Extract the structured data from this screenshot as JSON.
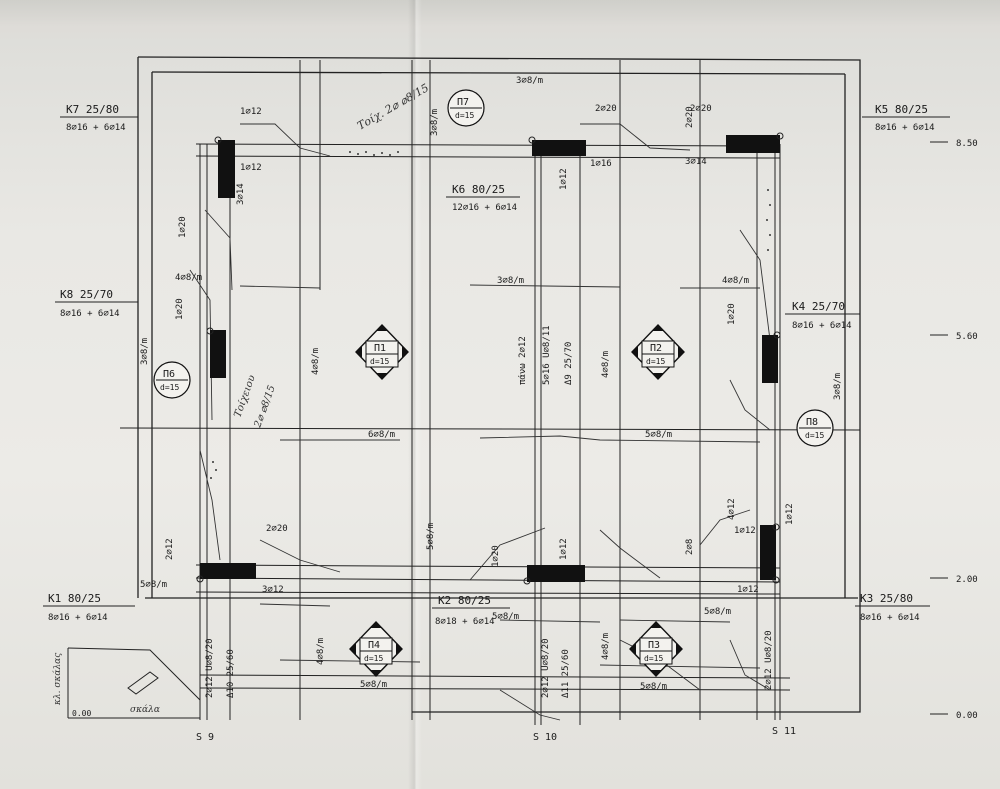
{
  "beams": {
    "k7": {
      "name": "K7 25/80",
      "reinf": "8⌀16 + 6⌀14"
    },
    "k8": {
      "name": "K8 25/70",
      "reinf": "8⌀16 + 6⌀14"
    },
    "k1": {
      "name": "K1 80/25",
      "reinf": "8⌀16 + 6⌀14"
    },
    "k5": {
      "name": "K5 80/25",
      "reinf": "8⌀16 + 6⌀14"
    },
    "k4": {
      "name": "K4 25/70",
      "reinf": "8⌀16 + 6⌀14"
    },
    "k3": {
      "name": "K3 25/80",
      "reinf": "8⌀16 + 6⌀14"
    },
    "k6": {
      "name": "K6 80/25",
      "reinf": "12⌀16 + 6⌀14"
    },
    "k2": {
      "name": "K2 80/25",
      "reinf": "8⌀18 + 6⌀14"
    }
  },
  "levels": [
    "8.50",
    "5.60",
    "2.00",
    "0.00"
  ],
  "supports": [
    "S 9",
    "S 10",
    "S 11"
  ],
  "panels": {
    "p1": {
      "label": "Π1",
      "d": "d=15"
    },
    "p2": {
      "label": "Π2",
      "d": "d=15"
    },
    "p3": {
      "label": "Π3",
      "d": "d=15"
    },
    "p4": {
      "label": "Π4",
      "d": "d=15"
    },
    "p6": {
      "label": "Π6",
      "d": "d=15"
    },
    "p7": {
      "label": "Π7",
      "d": "d=15"
    },
    "p8": {
      "label": "Π8",
      "d": "d=15"
    }
  },
  "rebar": {
    "top": "3⌀8/m",
    "mid_upper_left": "4⌀8/m",
    "mid_upper_center": "3⌀8/m",
    "mid_upper_right": "4⌀8/m",
    "mid": "6⌀8/m",
    "mid_right": "5⌀8/m",
    "lower_left": "5⌀8/m",
    "lower_center": "5⌀8/m",
    "lower_right": "5⌀8/m",
    "bottom_left": "5⌀8/m",
    "bottom_right": "5⌀8/m",
    "left_vertical": "3⌀8/m",
    "v1": "4⌀8/m",
    "v2": "5⌀8/m",
    "v3": "4⌀8/m",
    "v4": "4⌀8/m",
    "right_vertical": "3⌀8/m",
    "v5": "5⌀8/m",
    "v6": "4⌀8/m",
    "b1": "1⌀12",
    "b2": "1⌀12",
    "b3": "3⌀14",
    "b4": "1⌀20",
    "b5": "1⌀20",
    "b6": "2⌀20",
    "b7": "3⌀8/m",
    "b8": "1⌀16",
    "b9": "3⌀14",
    "b10": "1⌀12",
    "b11": "1⌀20",
    "b12": "2⌀20",
    "b13": "3⌀12",
    "b14": "2⌀12",
    "b15": "1⌀20",
    "b16": "1⌀12",
    "b17": "2⌀8",
    "b18": "1⌀12",
    "b19": "4⌀12",
    "b20": "1⌀12",
    "b21": "1⌀12",
    "b22": "2⌀20"
  },
  "columns": {
    "d9": [
      "πάνω 2⌀12",
      "5⌀16 U⌀8/11",
      "Δ9 25/70"
    ],
    "d10": [
      "2⌀12 U⌀8/20",
      "Δ10 25/60"
    ],
    "d11": [
      "2⌀12 U⌀8/20",
      "Δ11 25/60"
    ],
    "d12": [
      "2⌀12 U⌀8/20"
    ]
  },
  "notes": {
    "wall_top": "Τοίχ. 2⌀ ⌀8/15",
    "wall_left_1": "Τοίχειου",
    "wall_left_2": "2⌀ ⌀8/15",
    "bottom_left": "κλ. σκάλας",
    "zero": "0.00",
    "stair": "σκάλα"
  }
}
